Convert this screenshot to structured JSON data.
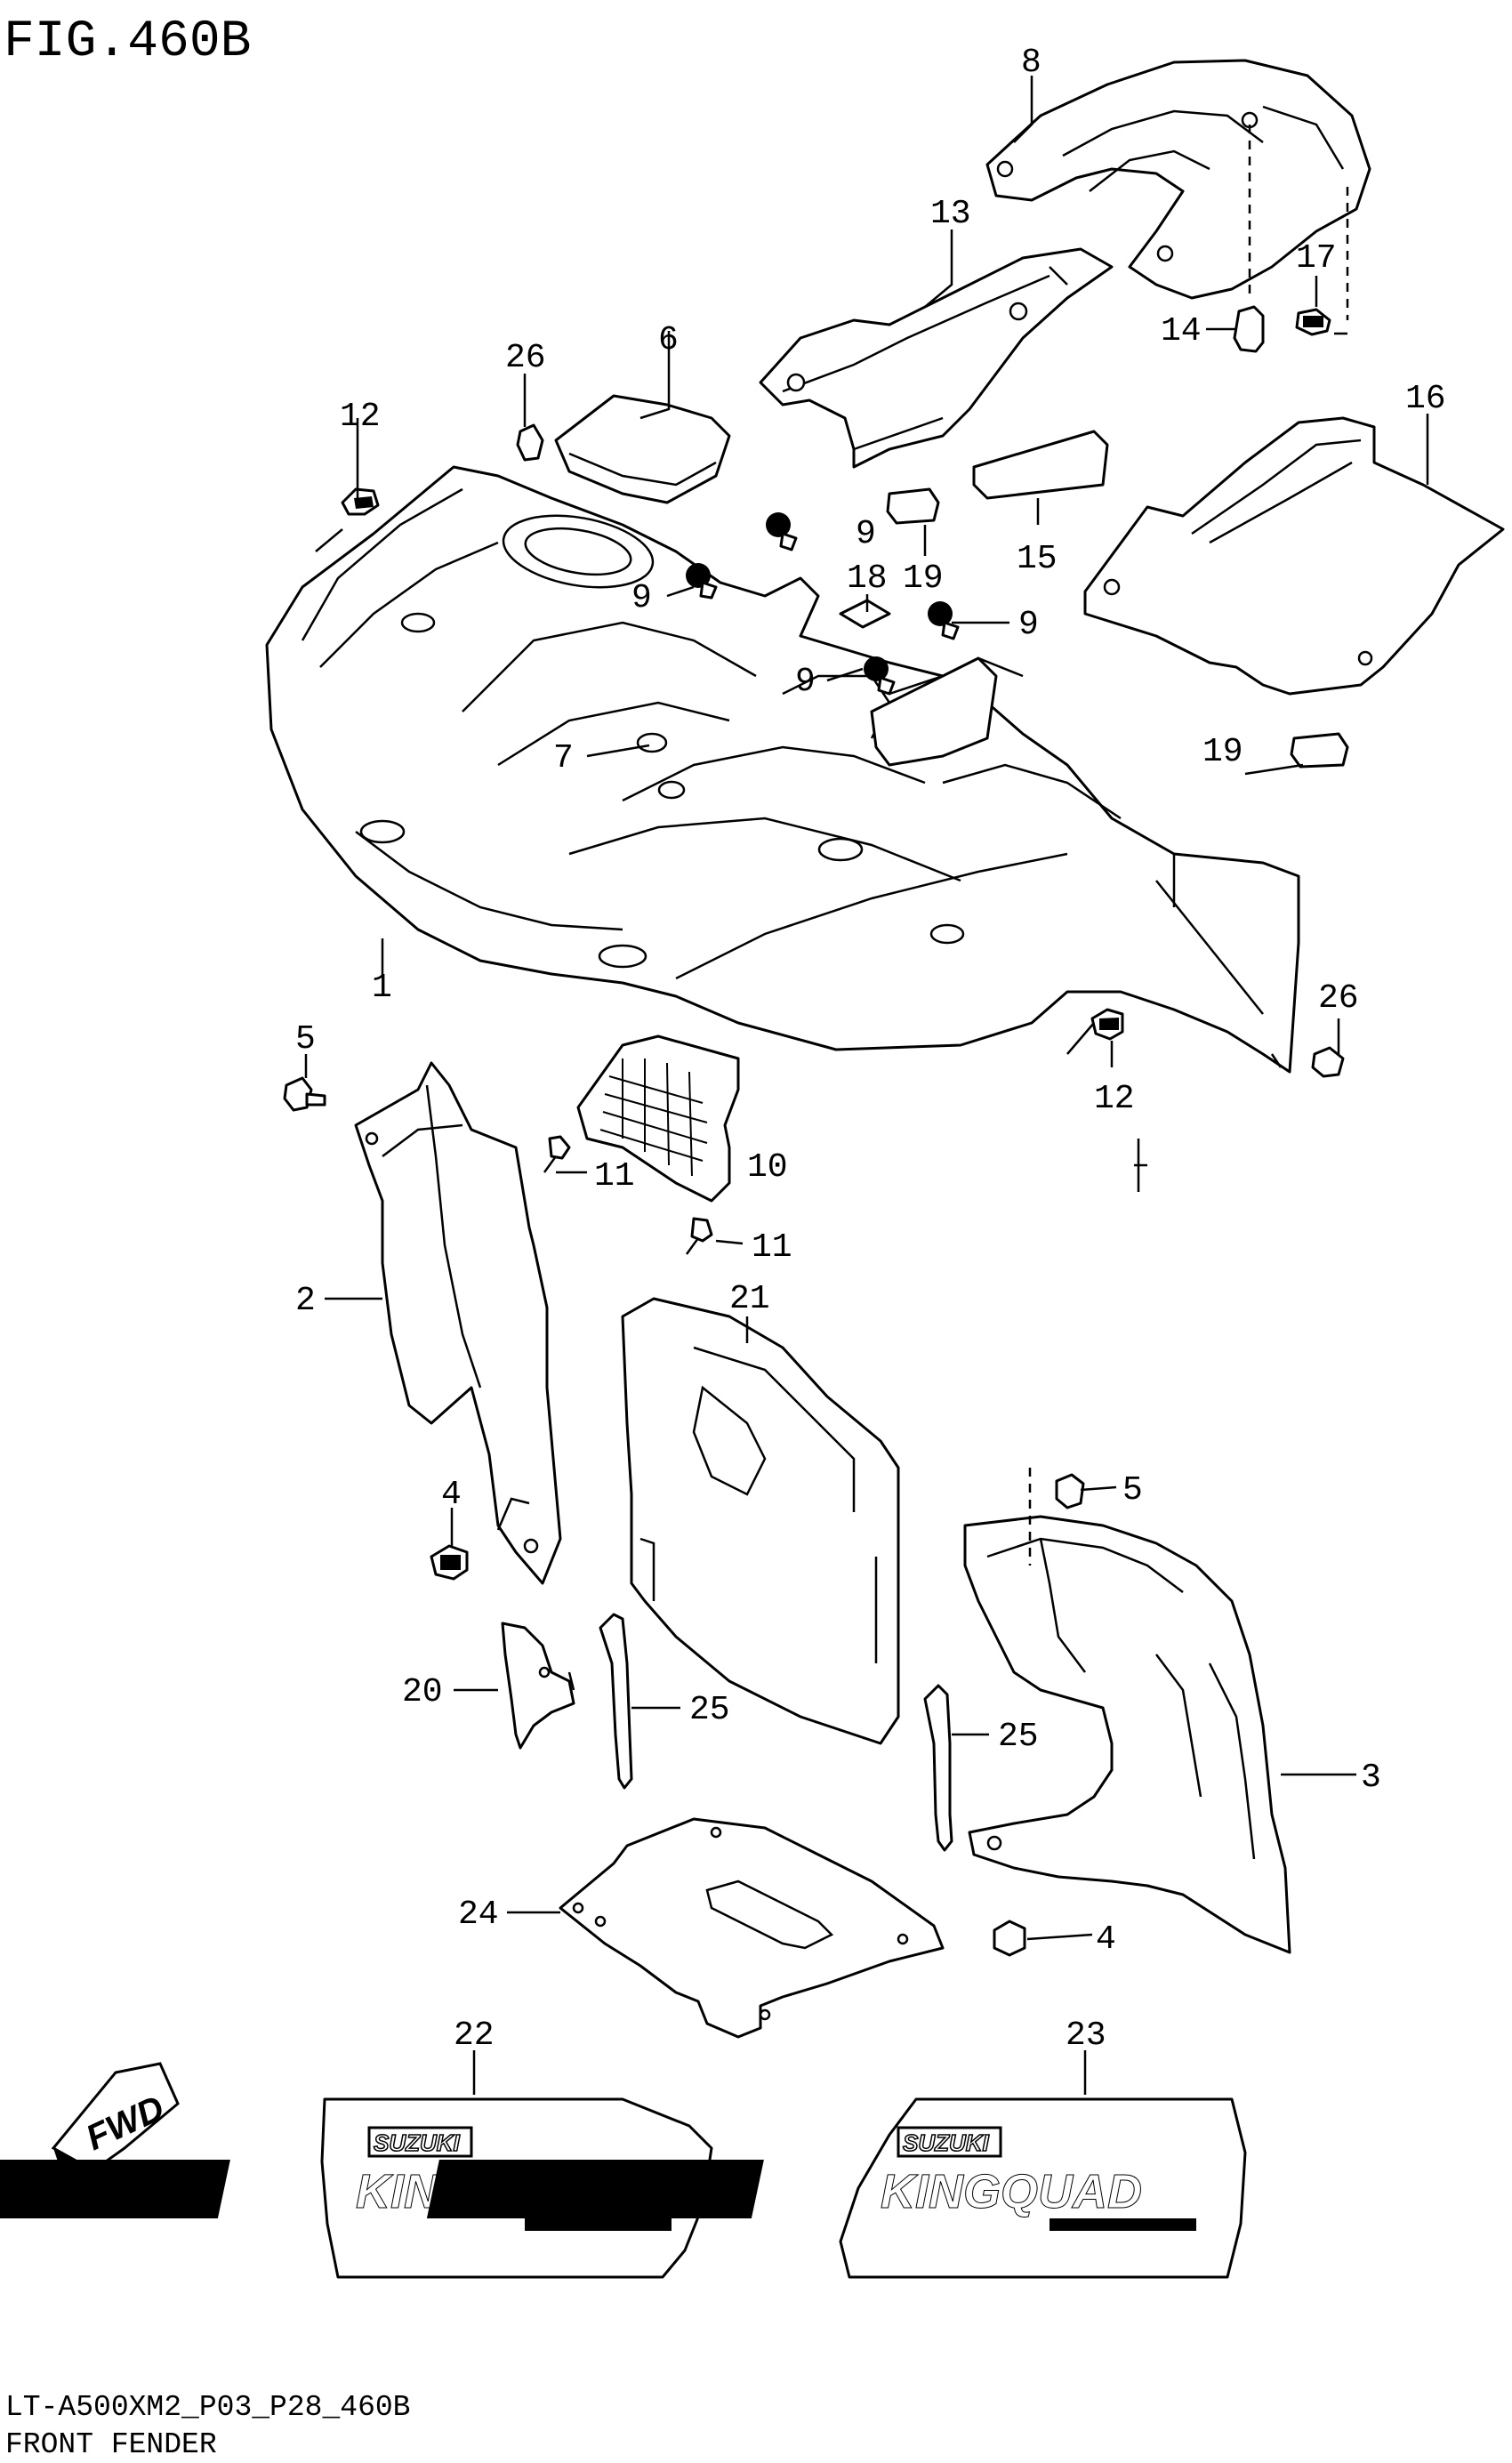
{
  "figure": {
    "title": "FIG.460B",
    "model_code": "LT-A500XM2_P03_P28_460B",
    "section_name": "FRONT FENDER"
  },
  "fwd_badge": {
    "text": "FWD"
  },
  "decals": {
    "left": {
      "brand": "SUZUKI",
      "model": "KINGQUAD"
    },
    "right": {
      "brand": "SUZUKI",
      "model": "KINGQUAD"
    }
  },
  "callouts": [
    {
      "id": "c1",
      "text": "1"
    },
    {
      "id": "c2",
      "text": "2"
    },
    {
      "id": "c3",
      "text": "3"
    },
    {
      "id": "c4a",
      "text": "4"
    },
    {
      "id": "c4b",
      "text": "4"
    },
    {
      "id": "c5a",
      "text": "5"
    },
    {
      "id": "c5b",
      "text": "5"
    },
    {
      "id": "c6",
      "text": "6"
    },
    {
      "id": "c7",
      "text": "7"
    },
    {
      "id": "c8",
      "text": "8"
    },
    {
      "id": "c9a",
      "text": "9"
    },
    {
      "id": "c9b",
      "text": "9"
    },
    {
      "id": "c9c",
      "text": "9"
    },
    {
      "id": "c9d",
      "text": "9"
    },
    {
      "id": "c10",
      "text": "10"
    },
    {
      "id": "c11a",
      "text": "11"
    },
    {
      "id": "c11b",
      "text": "11"
    },
    {
      "id": "c12a",
      "text": "12"
    },
    {
      "id": "c12b",
      "text": "12"
    },
    {
      "id": "c13",
      "text": "13"
    },
    {
      "id": "c14",
      "text": "14"
    },
    {
      "id": "c15",
      "text": "15"
    },
    {
      "id": "c16",
      "text": "16"
    },
    {
      "id": "c17",
      "text": "17"
    },
    {
      "id": "c18",
      "text": "18"
    },
    {
      "id": "c19a",
      "text": "19"
    },
    {
      "id": "c19b",
      "text": "19"
    },
    {
      "id": "c20",
      "text": "20"
    },
    {
      "id": "c21",
      "text": "21"
    },
    {
      "id": "c22",
      "text": "22"
    },
    {
      "id": "c23",
      "text": "23"
    },
    {
      "id": "c24",
      "text": "24"
    },
    {
      "id": "c25a",
      "text": "25"
    },
    {
      "id": "c25b",
      "text": "25"
    },
    {
      "id": "c26a",
      "text": "26"
    },
    {
      "id": "c26b",
      "text": "26"
    }
  ]
}
